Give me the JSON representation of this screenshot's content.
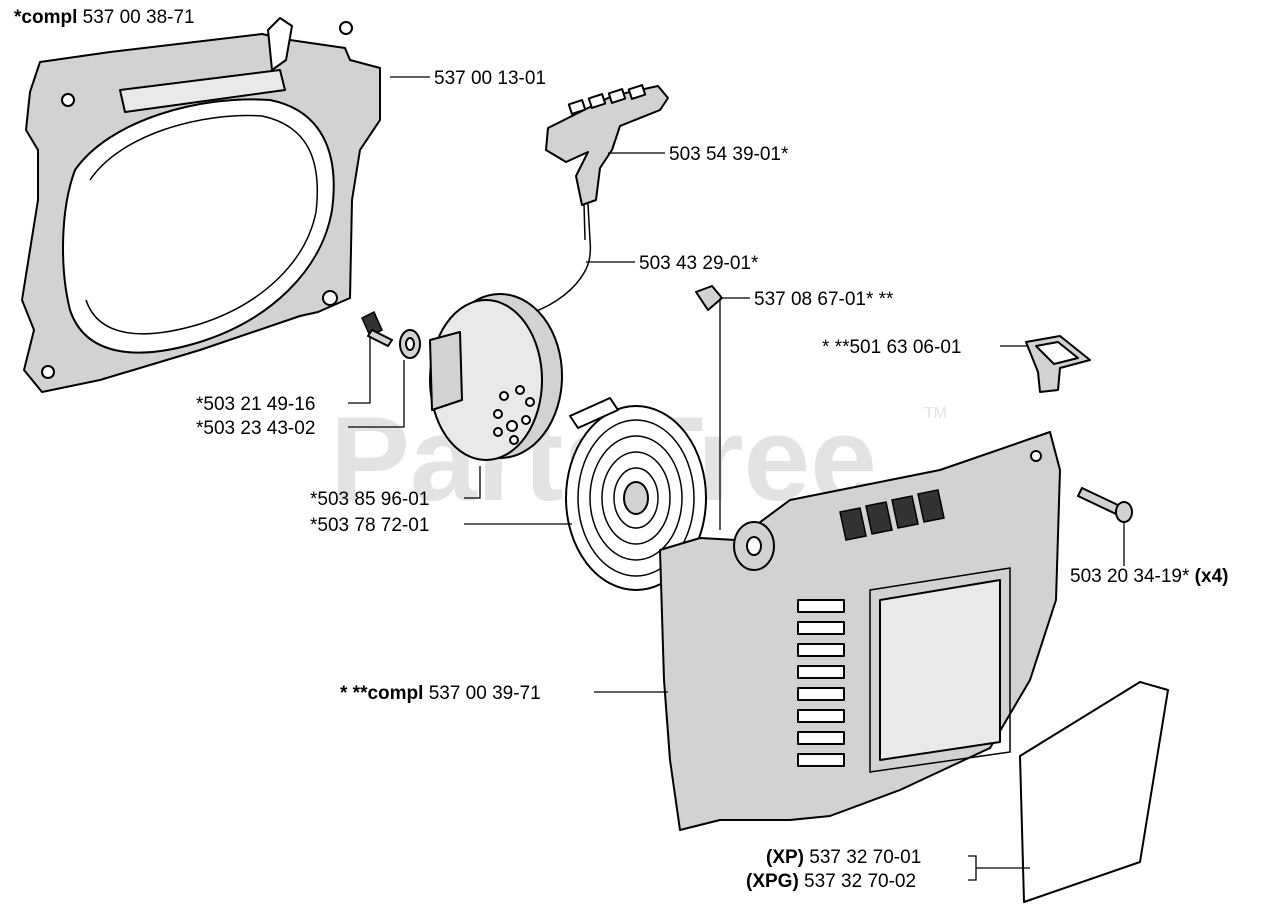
{
  "watermark": {
    "text": "PartsTree",
    "tm": "TM"
  },
  "labels": {
    "compl_fan_housing": {
      "prefix": "*compl",
      "number": " 537 00 38-71"
    },
    "fan_housing": "537 00 13-01",
    "starter_handle": "503 54 39-01*",
    "starter_rope": "503 43 29-01*",
    "bushing": "537 08 67-01* **",
    "chain_lube_valve": "* **501 63 06-01",
    "screw": "*503 21 49-16",
    "washer": "*503 23 43-02",
    "rope_pulley": "*503 85 96-01",
    "recoil_spring": "*503 78 72-01",
    "cover_screw": {
      "number": "503 20 34-19* ",
      "qty": "(x4)"
    },
    "compl_starter_cover": {
      "prefix": "* **compl",
      "number": " 537 00 39-71"
    },
    "decal_xp": {
      "model": "(XP)",
      "number": " 537 32 70-01"
    },
    "decal_xpg": {
      "model": "(XPG)",
      "number": " 537 32 70-02"
    }
  }
}
